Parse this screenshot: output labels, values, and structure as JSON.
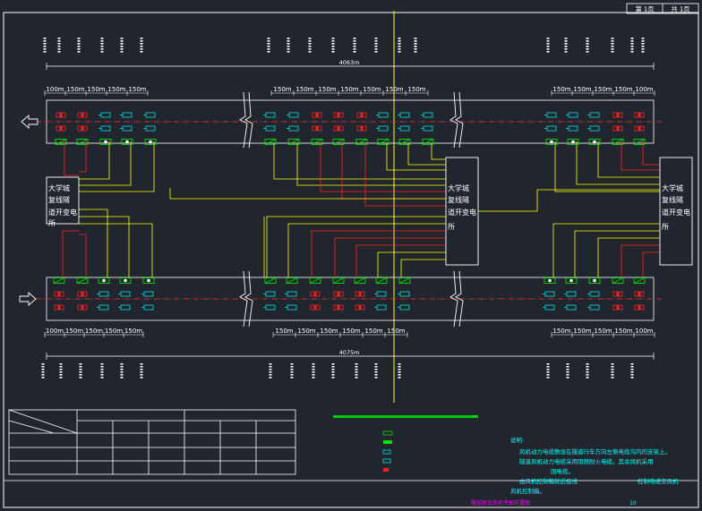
{
  "header": {
    "sheet_label": "第 1页",
    "total_label": "共 1页"
  },
  "tunnel": {
    "top_total_length": "4063m",
    "bottom_total_length": "4075m",
    "top_spacing_left": [
      "100m",
      "150m",
      "150m",
      "150m",
      "150m"
    ],
    "top_spacing_middle": [
      "150m",
      "150m",
      "150m",
      "150m",
      "150m",
      "150m",
      "150m"
    ],
    "top_spacing_right": [
      "150m",
      "150m",
      "150m",
      "150m",
      "100m"
    ],
    "bottom_spacing_left": [
      "100m",
      "150m",
      "150m",
      "150m",
      "150m"
    ],
    "bottom_spacing_middle": [
      "150m",
      "150m",
      "150m",
      "150m",
      "150m",
      "150m"
    ],
    "bottom_spacing_right": [
      "150m",
      "150m",
      "150m",
      "150m",
      "100m"
    ]
  },
  "substations": [
    {
      "label_lines": [
        "大学城",
        "复线隧",
        "道开变电",
        "所"
      ]
    },
    {
      "label_lines": [
        "大学城",
        "复线隧",
        "道开变电",
        "所"
      ]
    },
    {
      "label_lines": [
        "大学城",
        "复线隧",
        "道开变电",
        "所"
      ]
    }
  ],
  "colors": {
    "background": "#21262e",
    "frame": "#ffffff",
    "cable": "#ffff00",
    "red_cable": "#ff2020",
    "fan_green": "#00e000",
    "fan_cyan": "#00e0e0",
    "centerline": "#ff3030",
    "legend_bar": "#00cc00",
    "title_text": "#ff00ff",
    "note_text": "#00ffff"
  },
  "notes": {
    "heading": "说明:",
    "lines": [
      "风机动力电缆敷设在隧道行车方向左侧电缆沟内的支架上。",
      "隧道风机动力电缆采用阻燃耐火电缆。其余风机采用",
      "阻电缆。",
      "由风机控制箱就近接线",
      "风机控制箱。"
    ],
    "right_note": "控制电缆至风机"
  },
  "footer": {
    "drawing_title": "隧道射流风机平面布置图",
    "page_no": "10"
  }
}
